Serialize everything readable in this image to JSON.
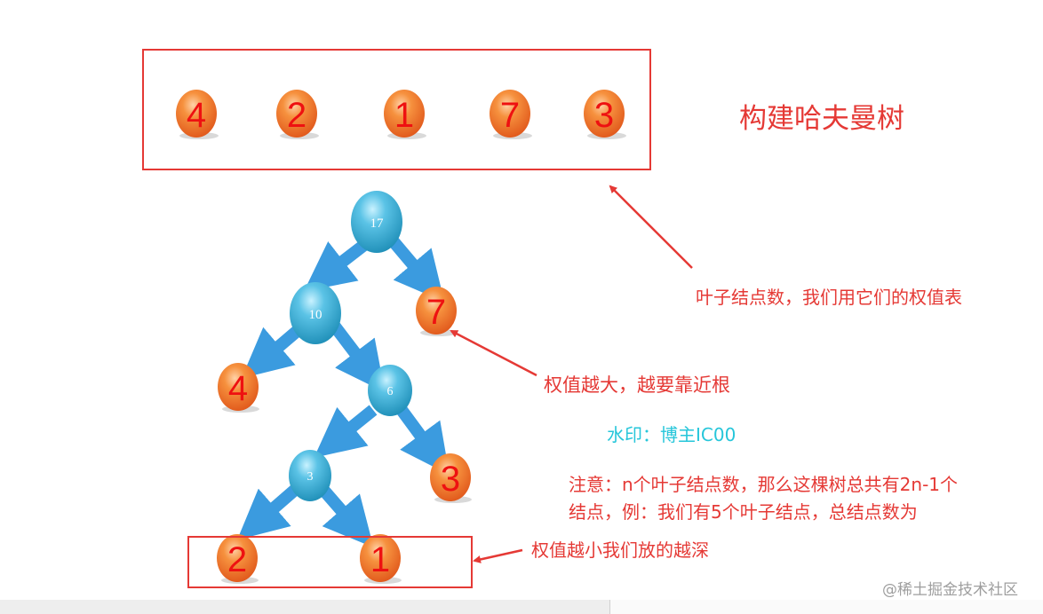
{
  "leaf_weights": [
    "4",
    "2",
    "1",
    "7",
    "3"
  ],
  "title": "构建哈夫曼树",
  "tree": {
    "internal": [
      "17",
      "10",
      "6",
      "3"
    ],
    "leaves": [
      "7",
      "4",
      "3",
      "2",
      "1"
    ]
  },
  "annotations": {
    "leaf_note": "叶子结点数，我们用它们的权值表",
    "bigger_note": "权值越大，越要靠近根",
    "watermark": "水印：博主IC00",
    "note_line1": "注意：n个叶子结点数，那么这棵树总共有2n-1个",
    "note_line2": "结点，例：我们有5个叶子结点，总结点数为",
    "smaller_note": "权值越小我们放的越深",
    "source": "@稀土掘金技术社区"
  },
  "colors": {
    "red": "#e53935",
    "blue_node": "#2fa8cf",
    "orange_node": "#ef6c1a",
    "arrow_blue": "#3b9bdf",
    "watermark": "#26c6da"
  }
}
